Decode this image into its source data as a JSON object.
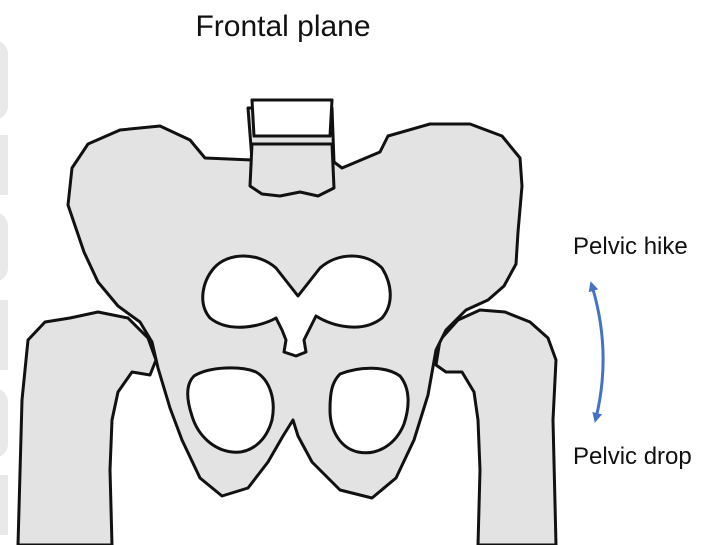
{
  "title": "Frontal plane",
  "labels": {
    "pelvic_hike": "Pelvic hike",
    "pelvic_drop": "Pelvic drop"
  },
  "colors": {
    "bone_fill": "#e3e3e3",
    "outline": "#111111",
    "arrow": "#4472c4"
  }
}
